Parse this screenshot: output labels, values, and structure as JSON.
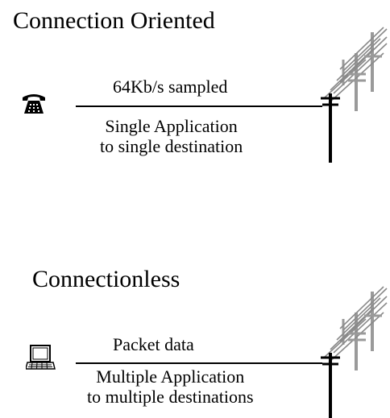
{
  "connection_oriented": {
    "heading": "Connection Oriented",
    "line_label": "64Kb/s sampled",
    "description_line1": "Single Application",
    "description_line2": "to single destination"
  },
  "connectionless": {
    "heading": "Connectionless",
    "line_label": "Packet data",
    "description_line1": "Multiple Application",
    "description_line2": "to multiple destinations"
  },
  "colors": {
    "text": "#000000",
    "pole_front": "#000000",
    "pole_back": "#9a9a9a",
    "background": "#ffffff"
  }
}
